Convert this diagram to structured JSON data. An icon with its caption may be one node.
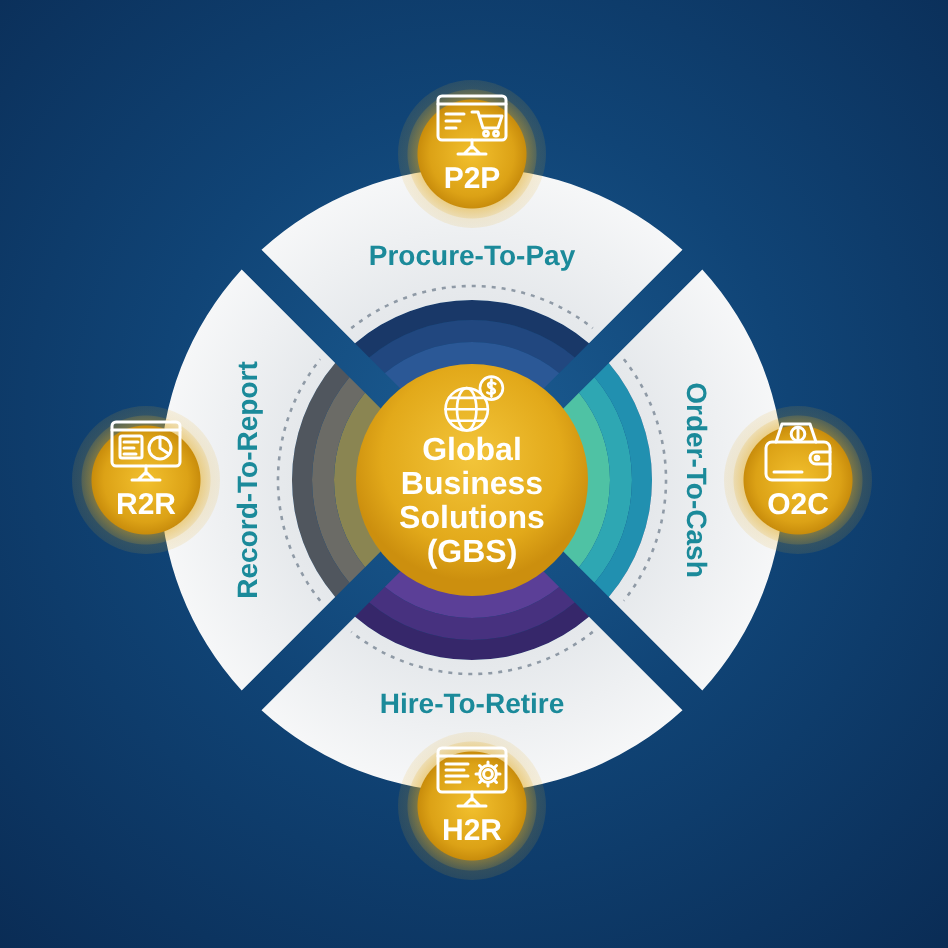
{
  "diagram": {
    "nodes": [
      {
        "text": [
          "P2P"
        ]
      },
      {
        "text": [
          "Procure-To-Pay"
        ]
      },
      {
        "text": [
          "R2R"
        ]
      },
      {
        "text": [
          "Record-To-Report"
        ]
      },
      {
        "text": [
          "Global Business Solutions (GBS)"
        ]
      },
      {
        "text": [
          "Order-To-Cash"
        ]
      },
      {
        "text": [
          "O2C"
        ]
      },
      {
        "text": [
          "Hire-To-Retire"
        ]
      },
      {
        "text": [
          "H2R"
        ]
      }
    ]
  }
}
